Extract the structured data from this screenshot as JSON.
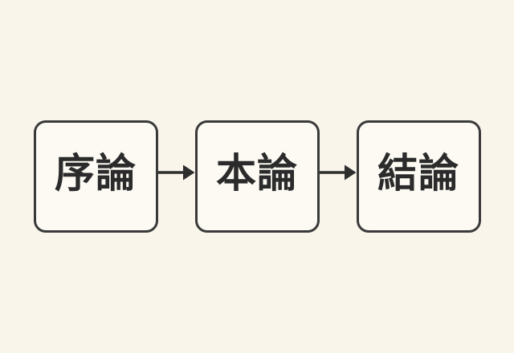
{
  "diagram": {
    "type": "flowchart",
    "direction": "left-to-right",
    "nodes": [
      {
        "label": "序論"
      },
      {
        "label": "本論"
      },
      {
        "label": "結論"
      }
    ],
    "connectors": [
      {
        "icon": "arrow-right-icon",
        "from": "序論",
        "to": "本論"
      },
      {
        "icon": "arrow-right-icon",
        "from": "本論",
        "to": "結論"
      }
    ]
  },
  "colors": {
    "background": "#faf5eb",
    "node_fill": "#fcfaf3",
    "node_border": "#3a3a3a",
    "text": "#2b2b2b",
    "arrow": "#2e2e2e"
  }
}
